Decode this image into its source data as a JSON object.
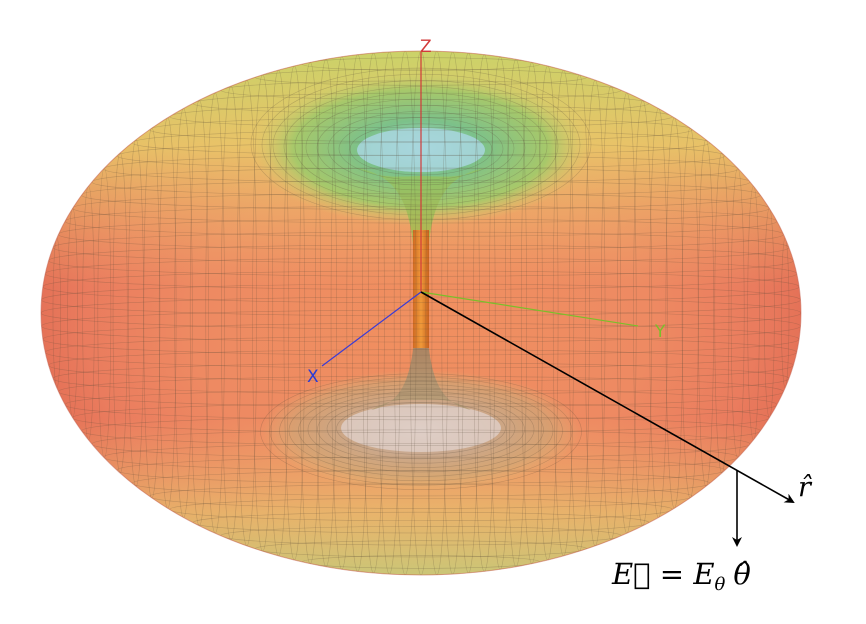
{
  "axes": {
    "z": {
      "label": "Z",
      "color": "#d23a3a"
    },
    "y": {
      "label": "Y",
      "color": "#7bbf2a"
    },
    "x": {
      "label": "X",
      "color": "#2a3bd6"
    }
  },
  "annotations": {
    "r_hat": "r̂",
    "field_equation": {
      "E_vec": "E⃗",
      "equals": " = ",
      "E": "E",
      "sub": "θ",
      "theta_hat": "θ̂"
    }
  },
  "colors": {
    "surface_outer": "#e8705a",
    "surface_mid": "#e9a860",
    "surface_top": "#d9d36a",
    "surface_inner_top": "#7fbf6a",
    "surface_hole": "#9fd0d8",
    "stem": "#e07a2a",
    "mesh": "#5a4a3a",
    "vector_arrows": "#000000"
  }
}
